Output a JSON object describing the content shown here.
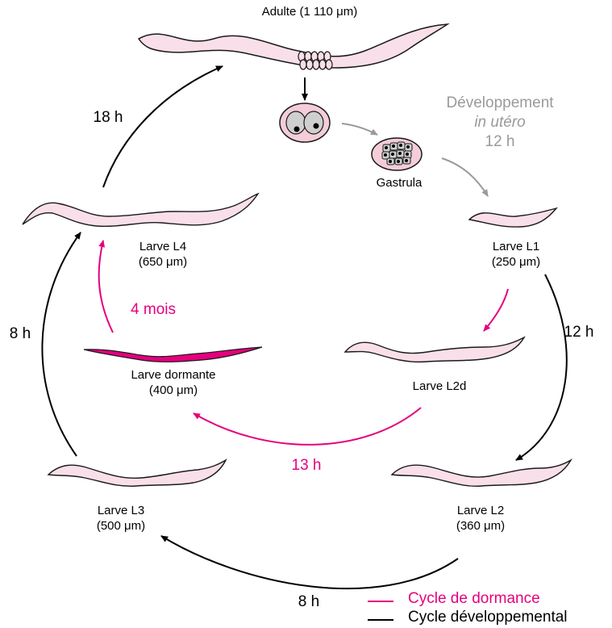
{
  "colors": {
    "worm_fill": "#f9dfe9",
    "worm_stroke": "#1a1a1a",
    "dormant_fill": "#e5007e",
    "dormance": "#e5007e",
    "developpement": "#000000",
    "in_utero": "#9a9a9a",
    "egg_fill": "#f4cdd8",
    "cell_fill": "#cfcfcf"
  },
  "stages": {
    "adulte": "Adulte (1 110 μm)",
    "gastrula": "Gastrula",
    "l1": {
      "name": "Larve L1",
      "size": "(250 μm)"
    },
    "l2d": {
      "name": "Larve L2d"
    },
    "l2": {
      "name": "Larve L2",
      "size": "(360 μm)"
    },
    "l3": {
      "name": "Larve L3",
      "size": "(500 μm)"
    },
    "l4": {
      "name": "Larve L4",
      "size": "(650 μm)"
    },
    "dormante": {
      "name": "Larve dormante",
      "size": "(400 μm)"
    }
  },
  "in_utero": {
    "line1": "Développement",
    "line2": "in utéro",
    "line3": "12 h"
  },
  "durations": {
    "l4_adulte": "18 h",
    "l1_l2": "12 h",
    "l3_l4": "8 h",
    "l2_l3": "8 h",
    "dormante_l4": "4 mois",
    "l2d_dormante": "13 h"
  },
  "legend": {
    "dormance": "Cycle de dormance",
    "developpement": "Cycle développemental"
  }
}
